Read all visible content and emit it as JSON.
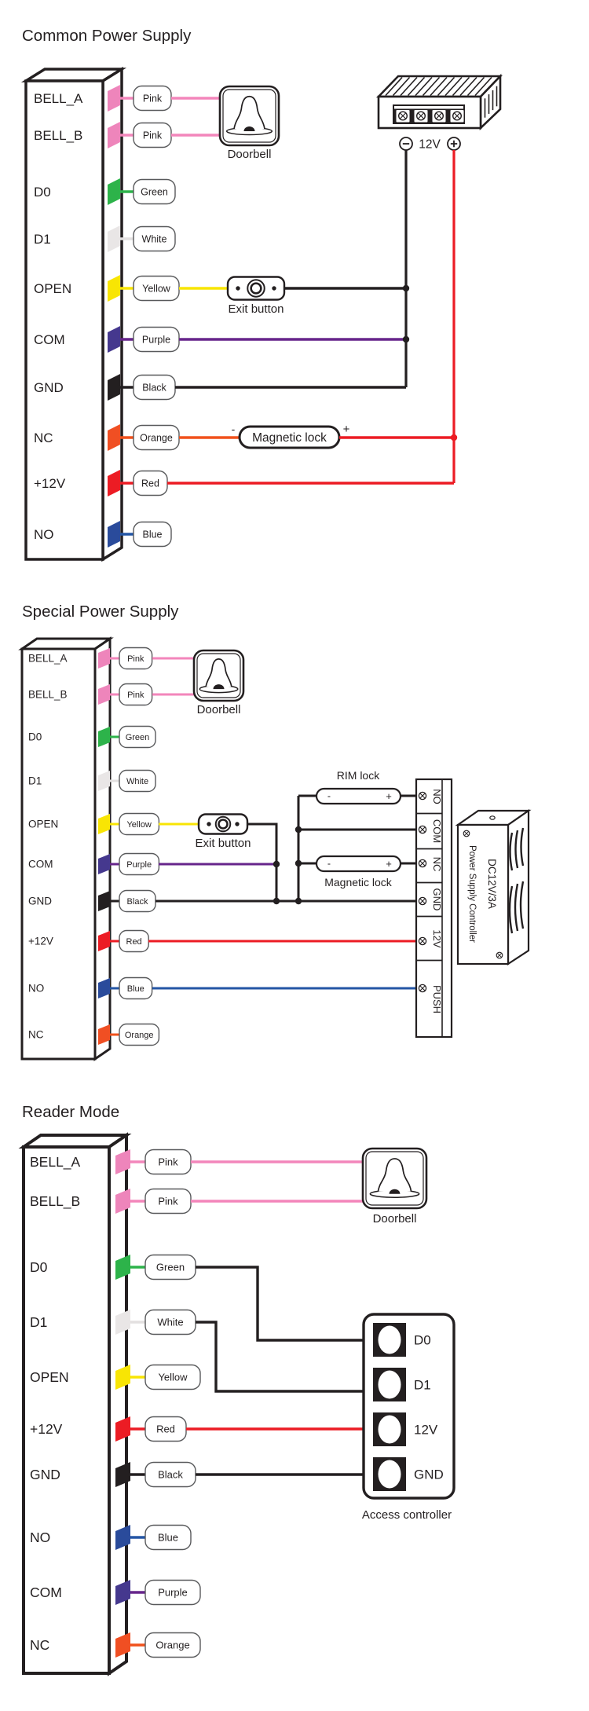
{
  "page": {
    "background": "#ffffff",
    "ink": "#231f20"
  },
  "colors": {
    "pink": {
      "tab": "#ee85bb",
      "wire": "#f386bb"
    },
    "green": {
      "tab": "#2db34a",
      "wire": "#2db34a"
    },
    "white": {
      "tab": "#e9e6e6",
      "wire": "#e3e0e0"
    },
    "yellow": {
      "tab": "#f8e504",
      "wire": "#f8e504"
    },
    "purple": {
      "tab": "#45388e",
      "wire": "#67258b"
    },
    "black": {
      "tab": "#231f20",
      "wire": "#231f20"
    },
    "orange": {
      "tab": "#f04f23",
      "wire": "#f1511b"
    },
    "red": {
      "tab": "#ec1c24",
      "wire": "#ec1c24"
    },
    "blue": {
      "tab": "#2a4b9b",
      "wire": "#2456a5"
    }
  },
  "sections": [
    {
      "id": "common",
      "title": "Common Power Supply",
      "terminals": [
        {
          "name": "BELL_A",
          "wire_label": "Pink",
          "color": "pink"
        },
        {
          "name": "BELL_B",
          "wire_label": "Pink",
          "color": "pink"
        },
        {
          "name": "D0",
          "wire_label": "Green",
          "color": "green"
        },
        {
          "name": "D1",
          "wire_label": "White",
          "color": "white"
        },
        {
          "name": "OPEN",
          "wire_label": "Yellow",
          "color": "yellow"
        },
        {
          "name": "COM",
          "wire_label": "Purple",
          "color": "purple"
        },
        {
          "name": "GND",
          "wire_label": "Black",
          "color": "black"
        },
        {
          "name": "NC",
          "wire_label": "Orange",
          "color": "orange"
        },
        {
          "name": "+12V",
          "wire_label": "Red",
          "color": "red"
        },
        {
          "name": "NO",
          "wire_label": "Blue",
          "color": "blue"
        }
      ],
      "doorbell_caption": "Doorbell",
      "exit_button_caption": "Exit button",
      "magnetic_lock_label": "Magnetic lock",
      "lock_minus": "-",
      "lock_plus": "+",
      "power_supply": {
        "voltage_label": "12V"
      }
    },
    {
      "id": "special",
      "title": "Special Power Supply",
      "terminals": [
        {
          "name": "BELL_A",
          "wire_label": "Pink",
          "color": "pink"
        },
        {
          "name": "BELL_B",
          "wire_label": "Pink",
          "color": "pink"
        },
        {
          "name": "D0",
          "wire_label": "Green",
          "color": "green"
        },
        {
          "name": "D1",
          "wire_label": "White",
          "color": "white"
        },
        {
          "name": "OPEN",
          "wire_label": "Yellow",
          "color": "yellow"
        },
        {
          "name": "COM",
          "wire_label": "Purple",
          "color": "purple"
        },
        {
          "name": "GND",
          "wire_label": "Black",
          "color": "black"
        },
        {
          "name": "+12V",
          "wire_label": "Red",
          "color": "red"
        },
        {
          "name": "NO",
          "wire_label": "Blue",
          "color": "blue"
        },
        {
          "name": "NC",
          "wire_label": "Orange",
          "color": "orange"
        }
      ],
      "doorbell_caption": "Doorbell",
      "exit_button_caption": "Exit button",
      "rim_lock_label": "RIM lock",
      "magnetic_lock_label": "Magnetic lock",
      "lock_minus": "-",
      "lock_plus": "+",
      "terminal_strip": [
        "NO",
        "COM",
        "NC",
        "GND",
        "12V",
        "PUSH"
      ],
      "controller": {
        "model": "DC12V/3A",
        "name": "Power Supply Controller"
      }
    },
    {
      "id": "reader",
      "title": "Reader Mode",
      "terminals": [
        {
          "name": "BELL_A",
          "wire_label": "Pink",
          "color": "pink"
        },
        {
          "name": "BELL_B",
          "wire_label": "Pink",
          "color": "pink"
        },
        {
          "name": "D0",
          "wire_label": "Green",
          "color": "green"
        },
        {
          "name": "D1",
          "wire_label": "White",
          "color": "white"
        },
        {
          "name": "OPEN",
          "wire_label": "Yellow",
          "color": "yellow"
        },
        {
          "name": "+12V",
          "wire_label": "Red",
          "color": "red"
        },
        {
          "name": "GND",
          "wire_label": "Black",
          "color": "black"
        },
        {
          "name": "NO",
          "wire_label": "Blue",
          "color": "blue"
        },
        {
          "name": "COM",
          "wire_label": "Purple",
          "color": "purple"
        },
        {
          "name": "NC",
          "wire_label": "Orange",
          "color": "orange"
        }
      ],
      "doorbell_caption": "Doorbell",
      "access_controller": {
        "caption": "Access controller",
        "terminals": [
          "D0",
          "D1",
          "12V",
          "GND"
        ]
      }
    }
  ]
}
